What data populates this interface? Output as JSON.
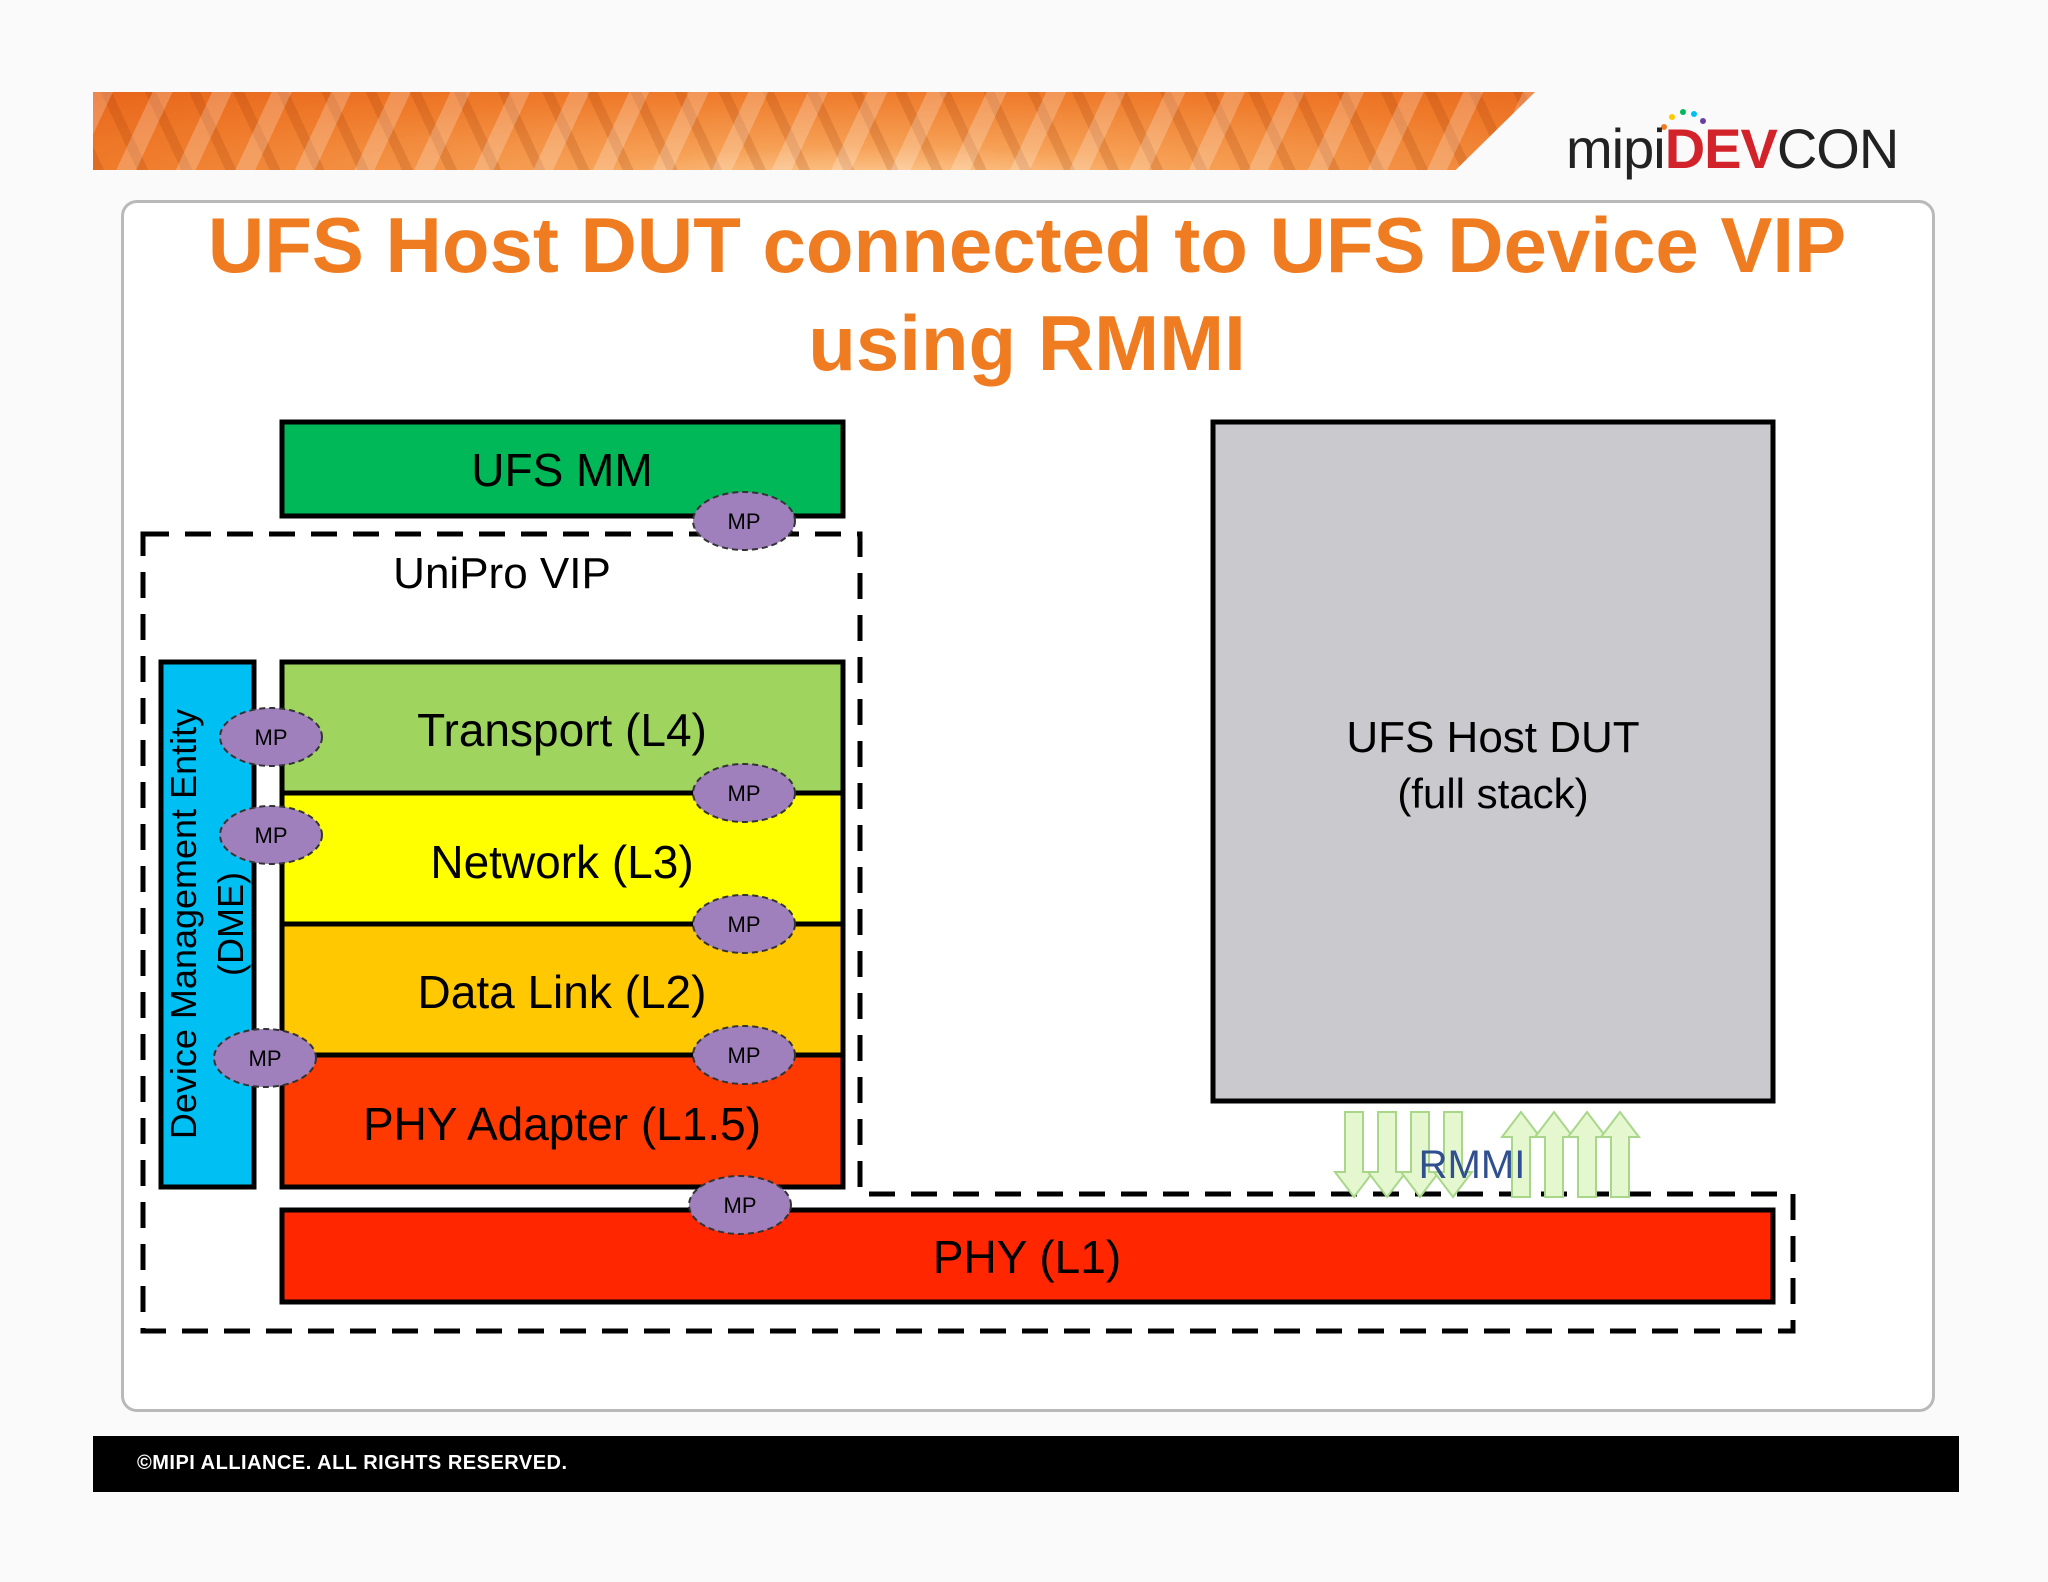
{
  "header": {
    "logo": {
      "mipi": "mipi",
      "dev": "DEV",
      "con": "CON"
    }
  },
  "slide": {
    "title_line1": "UFS Host DUT connected to UFS Device VIP",
    "title_line2": "using RMMI"
  },
  "diagram": {
    "ufs_mm": "UFS MM",
    "unipro_vip": "UniPro VIP",
    "dme_line1": "Device Management Entity",
    "dme_line2": "(DME)",
    "transport": "Transport (L4)",
    "network": "Network (L3)",
    "data_link": "Data Link (L2)",
    "phy_adapter": "PHY Adapter (L1.5)",
    "phy": "PHY (L1)",
    "host_line1": "UFS Host DUT",
    "host_line2": "(full stack)",
    "rmmi": "RMMI",
    "mp_label": "MP",
    "colors": {
      "ufs_mm": "#00b857",
      "dme": "#00bff3",
      "transport": "#9fd55e",
      "network": "#ffff00",
      "data_link": "#ffc800",
      "phy_adapter": "#ff3a00",
      "phy": "#ff2600",
      "host": "#cac9cd",
      "mp": "#9f80bd",
      "arrow": "#e4f7cf"
    }
  },
  "footer": {
    "copyright": "©MIPI ALLIANCE. ALL RIGHTS RESERVED."
  }
}
